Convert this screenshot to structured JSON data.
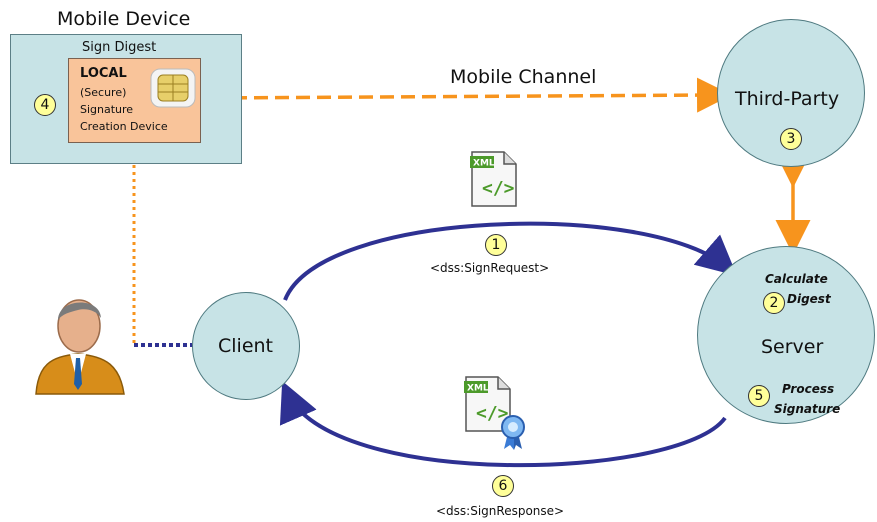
{
  "mobile_device": {
    "title": "Mobile Device",
    "sign_digest": "Sign Digest",
    "local_title": "LOCAL",
    "local_lines": [
      "(Secure)",
      "Signature",
      "Creation Device"
    ],
    "step": "4"
  },
  "mobile_channel": "Mobile Channel",
  "third_party": {
    "label": "Third-Party",
    "step": "3"
  },
  "client": {
    "label": "Client"
  },
  "server": {
    "label": "Server",
    "calc_step": "2",
    "calc_lines": [
      "Calculate",
      "Digest"
    ],
    "process_step": "5",
    "process_lines": [
      "Process",
      "Signature"
    ]
  },
  "request": {
    "step": "1",
    "label": "<dss:SignRequest>",
    "icon": "xml-file-icon"
  },
  "response": {
    "step": "6",
    "label": "<dss:SignResponse>",
    "icon": "xml-signed-file-icon"
  },
  "colors": {
    "arc": "#2e3192",
    "orange": "#f7941d",
    "circle_fill": "#c7e3e6",
    "number_fill": "#ffff99"
  }
}
